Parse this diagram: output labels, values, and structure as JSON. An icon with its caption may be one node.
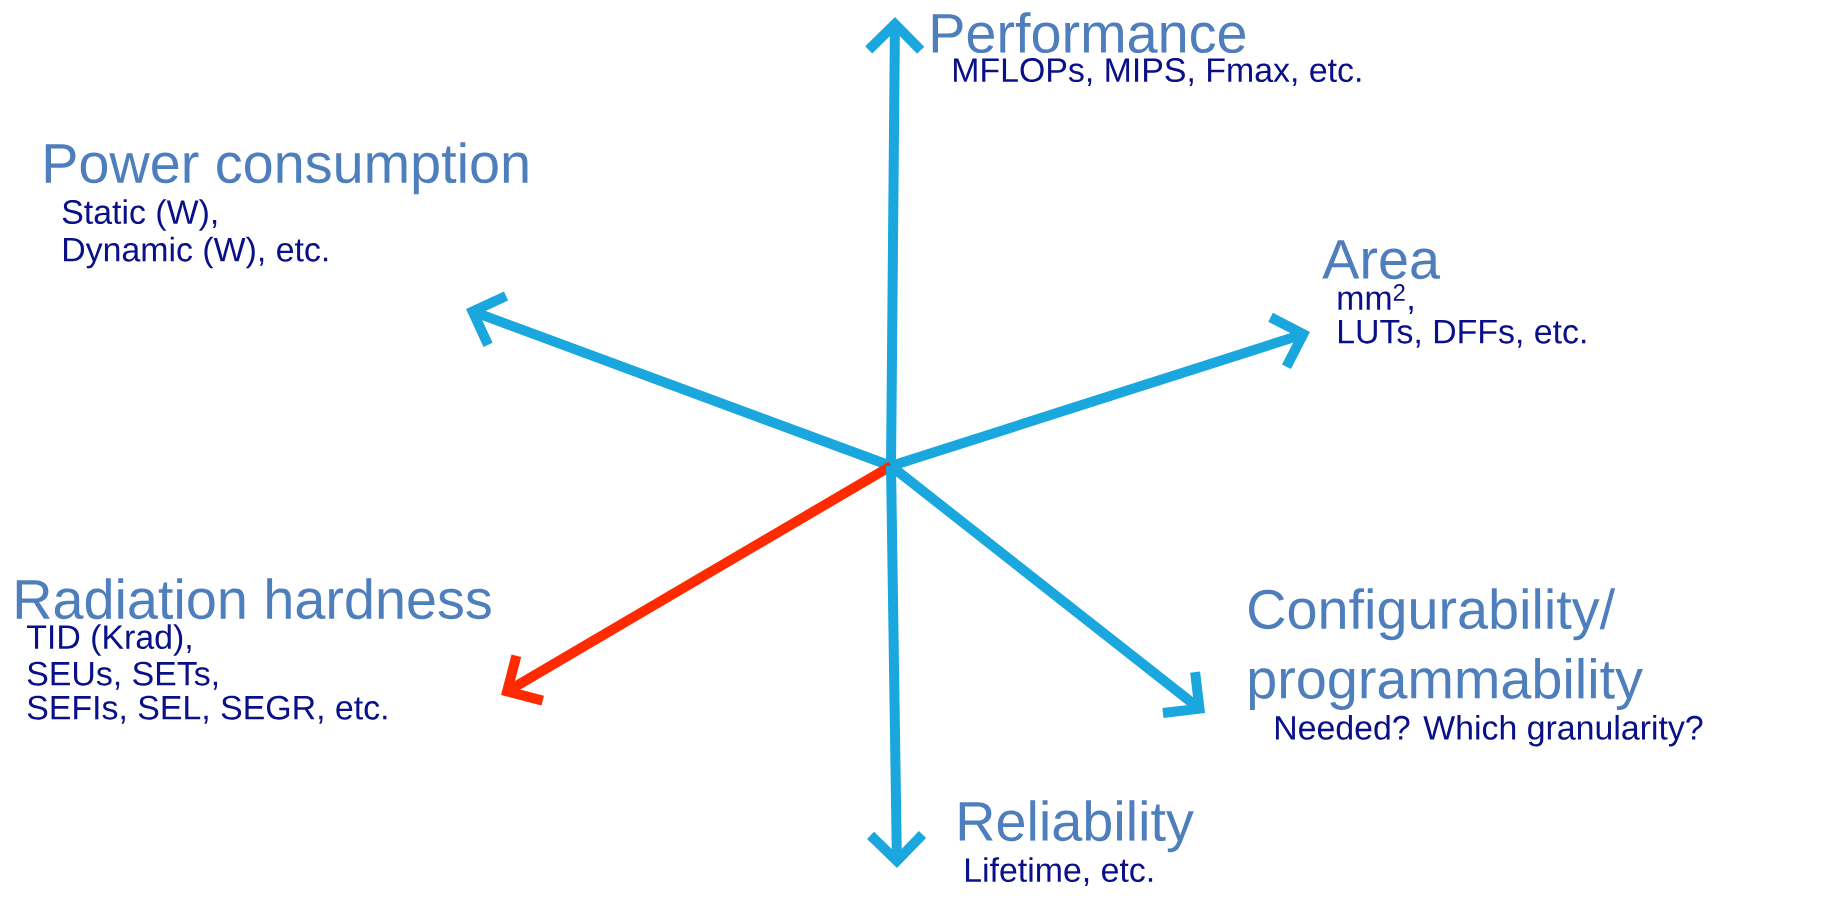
{
  "diagram": {
    "nodes": [
      {
        "text": [
          "Performance",
          "MFLOPs, MIPS, Fmax, etc."
        ]
      },
      {
        "text": [
          "Power consumption",
          "Static (W),",
          "Dynamic (W), etc."
        ]
      },
      {
        "text": [
          "Area",
          "mm$^{2}$,",
          "LUTs, DFFs, etc."
        ]
      },
      {
        "text": [
          "Radiation hardness",
          "TID (Krad),",
          "SEUs, SETs,",
          "SEFIs, SEL, SEGR, etc."
        ]
      },
      {
        "text": [
          "Configurability/ programmability",
          "Needed? Which granularity?"
        ]
      },
      {
        "text": [
          "Reliability",
          "Lifetime, etc."
        ]
      }
    ],
    "edges": [
      {
        "from": null,
        "to": 0,
        "arrow": "to"
      },
      {
        "from": null,
        "to": 1,
        "arrow": "to"
      },
      {
        "from": null,
        "to": 2,
        "arrow": "to"
      },
      {
        "from": null,
        "to": 3,
        "arrow": "to",
        "color": "#ff2a00"
      },
      {
        "from": null,
        "to": 4,
        "arrow": "to"
      },
      {
        "from": null,
        "to": 5,
        "arrow": "to"
      }
    ]
  }
}
